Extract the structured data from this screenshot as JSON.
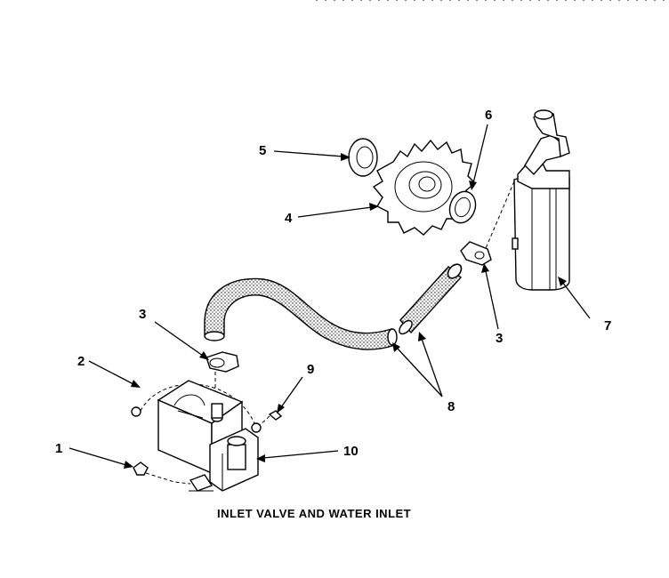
{
  "callouts": [
    {
      "id": "c1",
      "text": "1"
    },
    {
      "id": "c2",
      "text": "2"
    },
    {
      "id": "c3a",
      "text": "3"
    },
    {
      "id": "c3b",
      "text": "3"
    },
    {
      "id": "c4",
      "text": "4"
    },
    {
      "id": "c5",
      "text": "5"
    },
    {
      "id": "c6",
      "text": "6"
    },
    {
      "id": "c7",
      "text": "7"
    },
    {
      "id": "c8",
      "text": "8"
    },
    {
      "id": "c9",
      "text": "9"
    },
    {
      "id": "c10",
      "text": "10"
    }
  ],
  "caption": "INLET VALVE AND WATER INLET"
}
